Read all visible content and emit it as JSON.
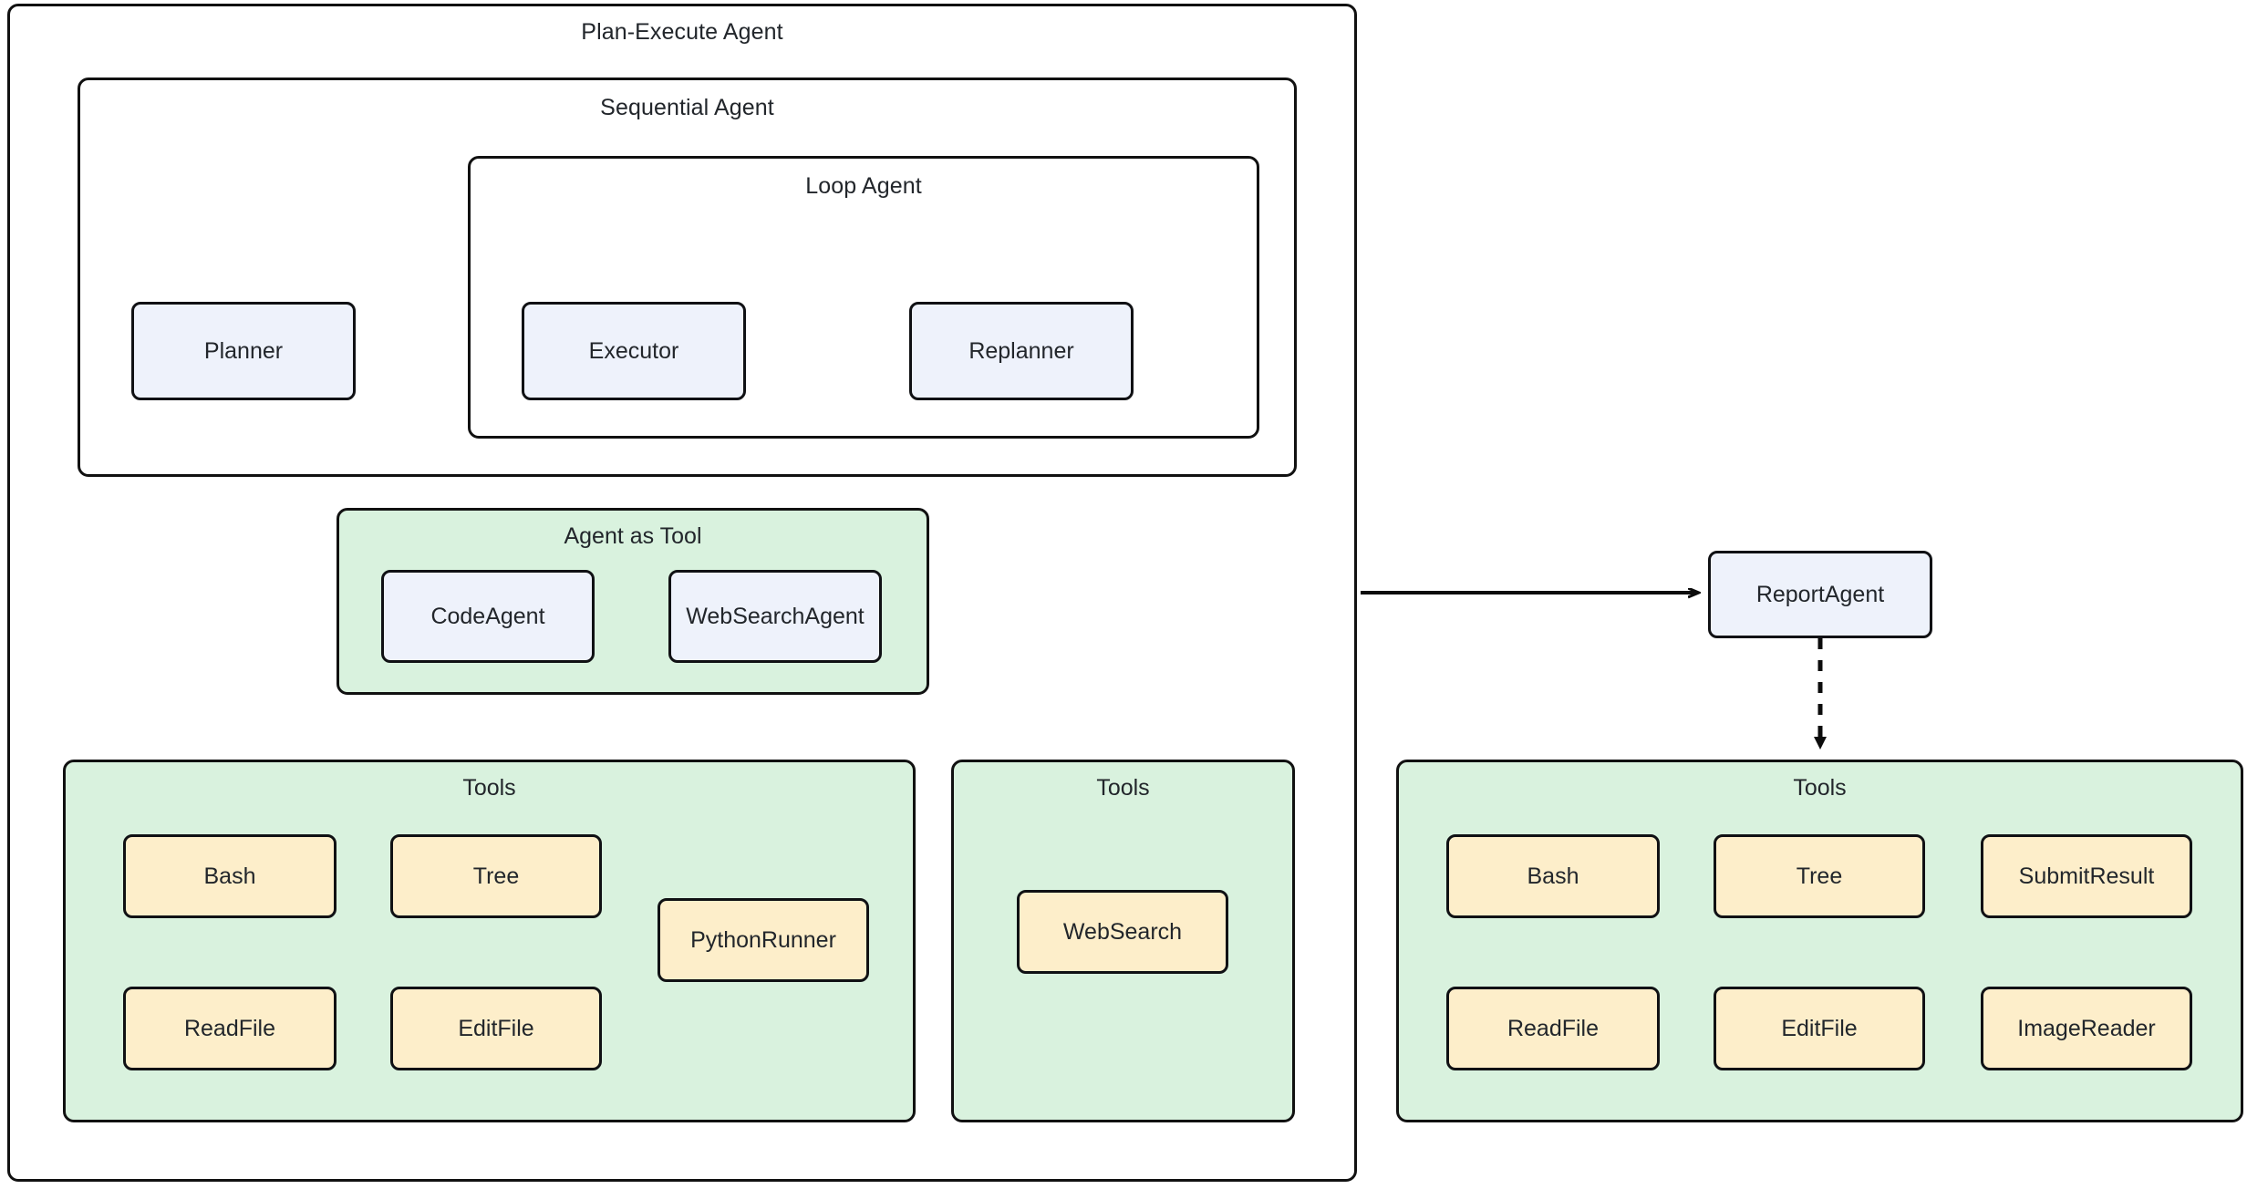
{
  "diagram": {
    "title": "Plan-Execute Agent",
    "groups": {
      "plan_execute_agent": "Plan-Execute Agent",
      "sequential_agent": "Sequential Agent",
      "loop_agent": "Loop Agent",
      "agent_as_tool": "Agent as Tool"
    },
    "panels": {
      "tools_code": "Tools",
      "tools_websearch": "Tools",
      "tools_report": "Tools"
    },
    "nodes": {
      "planner": "Planner",
      "executor": "Executor",
      "replanner": "Replanner",
      "code_agent": "CodeAgent",
      "web_search_agent": "WebSearchAgent",
      "report_agent": "ReportAgent"
    },
    "tools_code_list": [
      {
        "label": "Bash"
      },
      {
        "label": "Tree"
      },
      {
        "label": "PythonRunner"
      },
      {
        "label": "ReadFile"
      },
      {
        "label": "EditFile"
      }
    ],
    "tools_websearch_list": [
      {
        "label": "WebSearch"
      }
    ],
    "tools_report_list": [
      {
        "label": "Bash"
      },
      {
        "label": "Tree"
      },
      {
        "label": "SubmitResult"
      },
      {
        "label": "ReadFile"
      },
      {
        "label": "EditFile"
      },
      {
        "label": "ImageReader"
      }
    ],
    "colors": {
      "background": "#ffffff",
      "group_stroke": "#111111",
      "node_blue_fill": "#eef2fb",
      "node_yellow_fill": "#fdeeca",
      "panel_green_fill": "#d9f2de",
      "edge_stroke": "#0c0c0c",
      "text": "#22262b"
    },
    "edges": [
      {
        "from": "Planner",
        "to": "Executor",
        "style": "solid"
      },
      {
        "from": "Executor",
        "to": "Replanner",
        "style": "solid"
      },
      {
        "from": "Replanner",
        "to": "Executor",
        "style": "solid-loop"
      },
      {
        "from": "Executor",
        "to": "Agent as Tool",
        "style": "dashed"
      },
      {
        "from": "CodeAgent",
        "to": "Tools",
        "style": "dashed"
      },
      {
        "from": "WebSearchAgent",
        "to": "Tools",
        "style": "dashed"
      },
      {
        "from": "Plan-Execute Agent",
        "to": "ReportAgent",
        "style": "solid"
      },
      {
        "from": "ReportAgent",
        "to": "Tools",
        "style": "dashed"
      }
    ]
  }
}
